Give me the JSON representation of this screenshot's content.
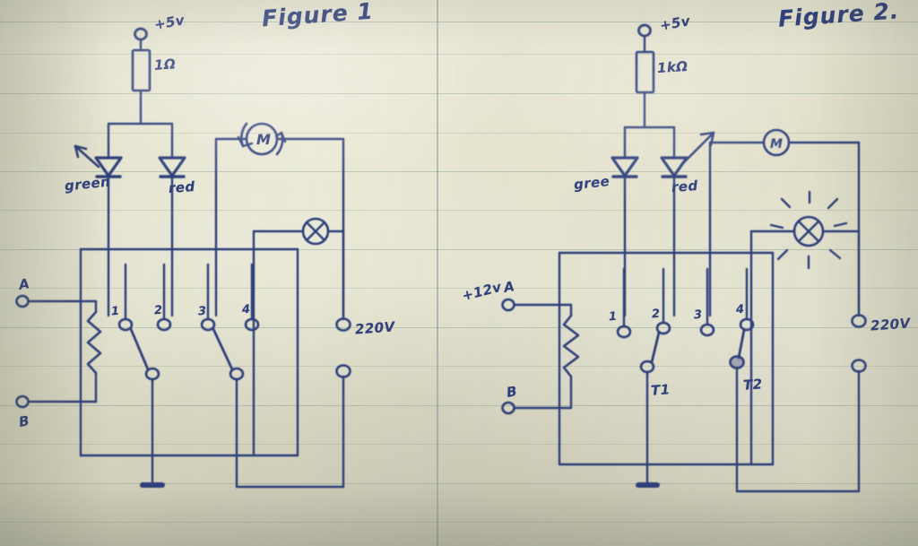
{
  "page": {
    "medium": "hand-drawn ink on ruled notebook paper",
    "paper_color": "#e6e4d0",
    "ruled_line_color": "#7d9a8a",
    "margin_line_color": "#7a8796",
    "ink_color": "#2f3f7a"
  },
  "figures": [
    {
      "id": "figure-1",
      "title": "Figure 1",
      "supply_label": "+5v",
      "resistor_label": "1Ω",
      "led_green_label": "green",
      "led_red_label": "red",
      "motor_label": "M",
      "mains_label": "220V",
      "relay_terminal_a": "A",
      "relay_terminal_b": "B",
      "contacts": [
        "1",
        "2",
        "3",
        "4"
      ],
      "pole_labels": [],
      "lamp_state": "off",
      "contact_closed": [
        "1",
        "3"
      ],
      "has_ground": true
    },
    {
      "id": "figure-2",
      "title": "Figure 2.",
      "supply_label": "+5v",
      "resistor_label": "1kΩ",
      "led_green_label": "gree",
      "led_red_label": "red",
      "motor_label": "M",
      "mains_label": "220V",
      "coil_supply_label": "+12v",
      "relay_terminal_a": "A",
      "relay_terminal_b": "B",
      "contacts": [
        "1",
        "2",
        "3",
        "4"
      ],
      "pole_labels": [
        "T1",
        "T2"
      ],
      "lamp_state": "on",
      "contact_closed": [
        "2",
        "4"
      ],
      "has_ground": true
    }
  ],
  "annotations": {
    "arrow_to_green_led": "arrow pointing at green LED",
    "arrow_to_red_led": "arrow pointing at red LED"
  }
}
